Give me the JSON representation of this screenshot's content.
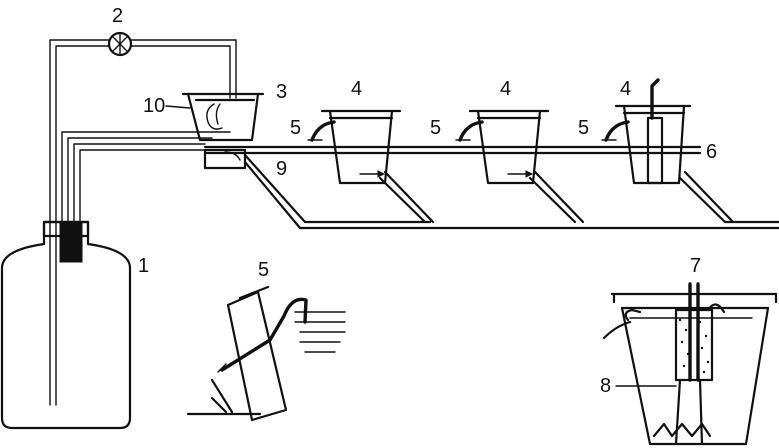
{
  "labels": {
    "bottle": "1",
    "pump": "2",
    "header_vessel": "3",
    "vessel_a": "4",
    "vessel_b": "4",
    "vessel_c": "4",
    "siphon_a": "5",
    "siphon_b": "5",
    "siphon_c": "5",
    "siphon_detail": "5",
    "rail": "6",
    "tube_detail": "7",
    "column_detail": "8",
    "drain_pipe": "9",
    "overflow": "10"
  },
  "colors": {
    "line": "#111111",
    "background": "#ffffff"
  }
}
